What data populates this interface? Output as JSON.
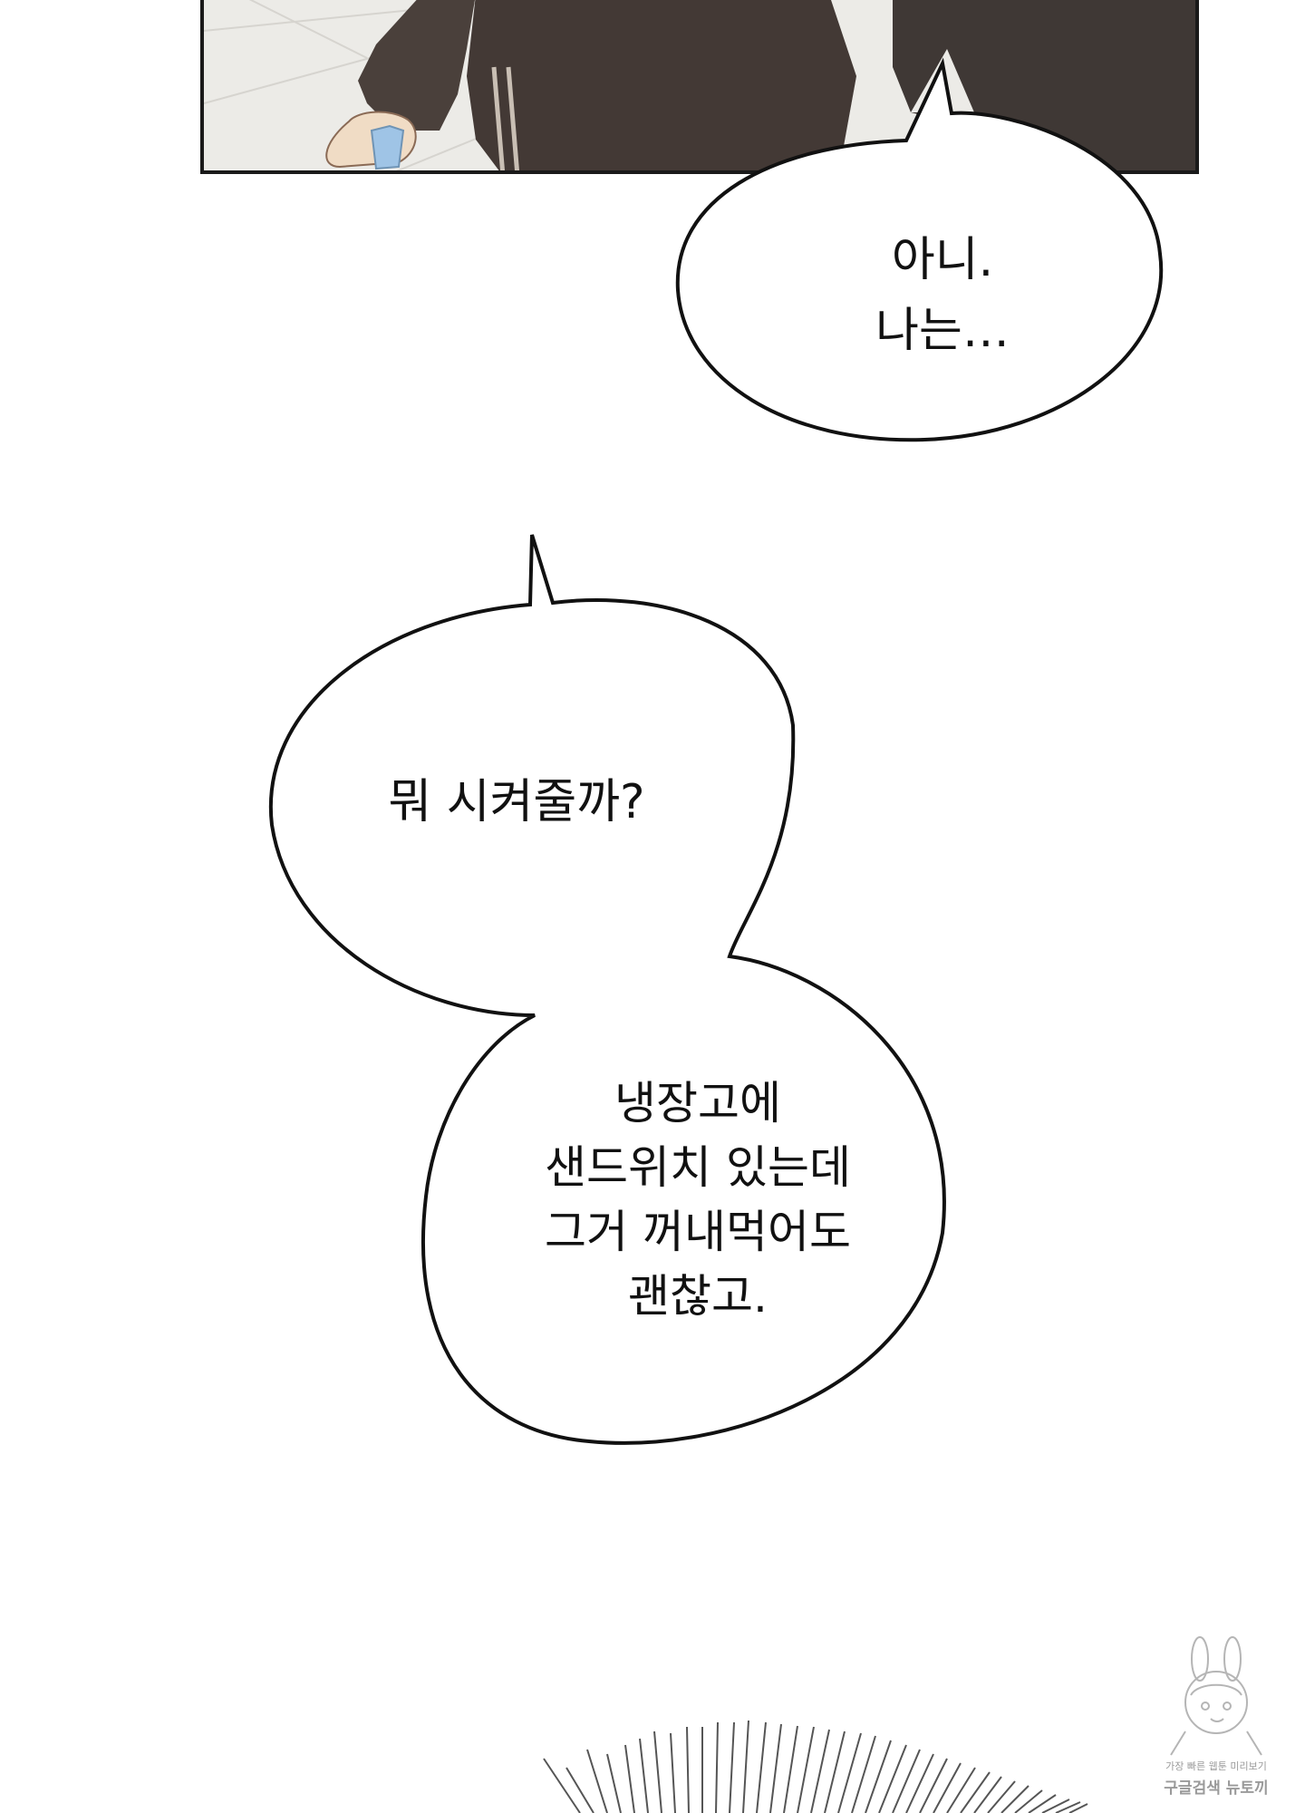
{
  "bubbles": {
    "first": {
      "lines": [
        "아니.",
        "나는…"
      ]
    },
    "second": {
      "upper": {
        "lines": [
          "뭐 시켜줄까?"
        ]
      },
      "lower": {
        "lines": [
          "냉장고에",
          "샌드위치 있는데",
          "그거 꺼내먹어도",
          "괜찮고."
        ]
      }
    }
  },
  "watermark": {
    "icon": "bunny-girl-mascot-icon",
    "line1": "가장 빠른 웹툰 미리보기",
    "line2": "구글검색 뉴토끼"
  },
  "colors": {
    "ink": "#111111",
    "panel_jacket": "#4a403b",
    "panel_background": "#ecebe7",
    "watermark": "#9a9a9a"
  }
}
